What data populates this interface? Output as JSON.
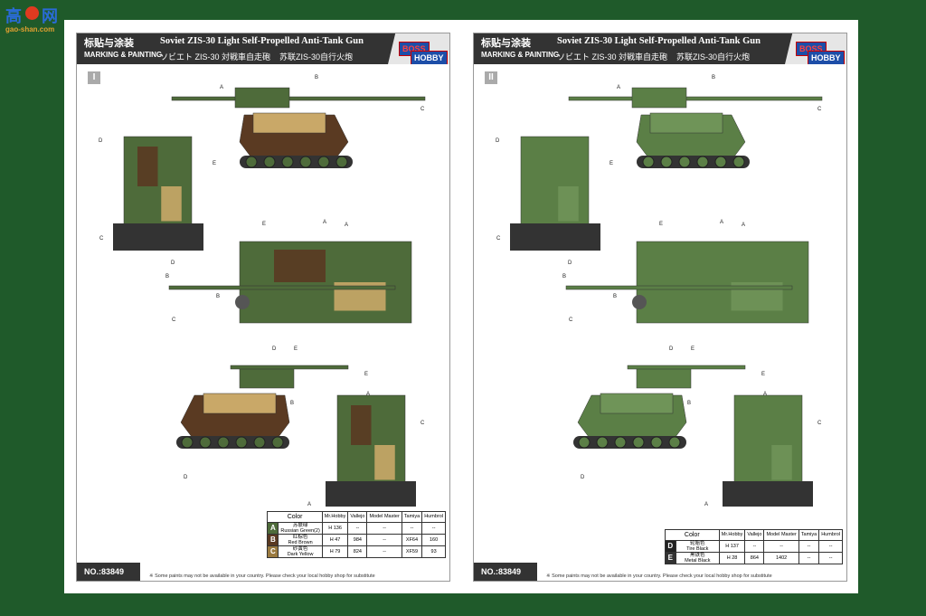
{
  "watermark": {
    "chars": "高网",
    "url": "gao-shan.com"
  },
  "pages": [
    {
      "header": {
        "cn": "标贴与涂装",
        "en": "MARKING & PAINTING",
        "title": "Soviet ZIS-30 Light Self-Propelled Anti-Tank Gun",
        "jp": "ソビエト ZIS-30 対戦車自走砲",
        "cn_title": "苏联ZIS-30自行火炮",
        "brand": "HOBBY",
        "brand2": "BOSS"
      },
      "scheme": "I",
      "item_no": "NO.:83849",
      "note": "※ Some paints may not be available in your country. Please check your local hobby shop for substitute",
      "colors": {
        "headers": [
          "Color",
          "Mr.Hobby",
          "Vallejo",
          "Model Master",
          "Tamiya",
          "Humbrol"
        ],
        "rows": [
          {
            "id": "A",
            "hex": "#4e6b3a",
            "cn": "苏联绿",
            "name": "Russian Green(2)",
            "mrhobby": "H 136",
            "vallejo": "--",
            "model_master": "--",
            "tamiya": "--",
            "humbrol": "--"
          },
          {
            "id": "B",
            "hex": "#5a3a22",
            "cn": "红棕色",
            "name": "Red Brown",
            "mrhobby": "H 47",
            "vallejo": "984",
            "model_master": "--",
            "tamiya": "XF64",
            "humbrol": "160"
          },
          {
            "id": "C",
            "hex": "#9a7a40",
            "cn": "砂黄色",
            "name": "Dark Yellow",
            "mrhobby": "H 79",
            "vallejo": "824",
            "model_master": "--",
            "tamiya": "XF59",
            "humbrol": "93"
          }
        ]
      },
      "camo": [
        "#4e6b3a",
        "#5a3a22",
        "#c9a868"
      ]
    },
    {
      "header": {
        "cn": "标贴与涂装",
        "en": "MARKING & PAINTING",
        "title": "Soviet ZIS-30 Light Self-Propelled Anti-Tank Gun",
        "jp": "ソビエト ZIS-30 対戦車自走砲",
        "cn_title": "苏联ZIS-30自行火炮",
        "brand": "HOBBY",
        "brand2": "BOSS"
      },
      "scheme": "II",
      "item_no": "NO.:83849",
      "note": "※ Some paints may not be available in your country. Please check your local hobby shop for substitute",
      "colors": {
        "headers": [
          "Color",
          "Mr.Hobby",
          "Vallejo",
          "Model Master",
          "Tamiya",
          "Humbrol"
        ],
        "rows": [
          {
            "id": "D",
            "hex": "#222222",
            "cn": "轮胎色",
            "name": "Tire Black",
            "mrhobby": "H 137",
            "vallejo": "--",
            "model_master": "--",
            "tamiya": "--",
            "humbrol": "--"
          },
          {
            "id": "E",
            "hex": "#333333",
            "cn": "黑铁色",
            "name": "Metal Black",
            "mrhobby": "H 28",
            "vallejo": "864",
            "model_master": "1402",
            "tamiya": "--",
            "humbrol": "--"
          }
        ]
      },
      "camo": [
        "#5b7f46",
        "#5b7f46",
        "#6f9458"
      ]
    }
  ],
  "callouts": [
    "A",
    "B",
    "C",
    "D",
    "E"
  ]
}
